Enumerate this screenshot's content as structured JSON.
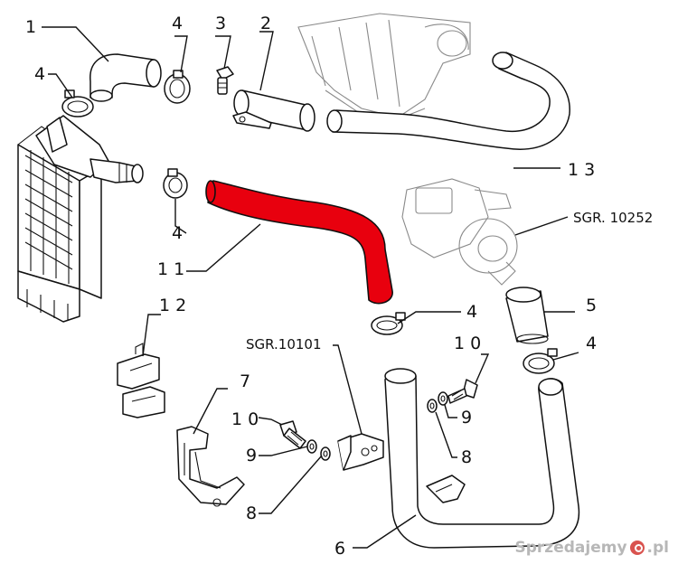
{
  "callouts": {
    "c1": "1",
    "c2": "2",
    "c3": "3",
    "c4a": "4",
    "c4b": "4",
    "c4c": "4",
    "c4d": "4",
    "c4e": "4",
    "c5": "5",
    "c6": "6",
    "c7": "7",
    "c8a": "8",
    "c8b": "8",
    "c9a": "9",
    "c9b": "9",
    "c10a": "1 0",
    "c10b": "1 0",
    "c11": "1 1",
    "c12": "1 2",
    "c13": "1 3"
  },
  "references": {
    "turbo": "SGR. 10252",
    "bracket": "SGR.10101"
  },
  "highlight": {
    "part_number": "11",
    "color": "#e8000e"
  },
  "intercooler_color": "#e3e4a8",
  "watermark": {
    "text": "Sprzedajemy",
    "tld": ".pl"
  }
}
